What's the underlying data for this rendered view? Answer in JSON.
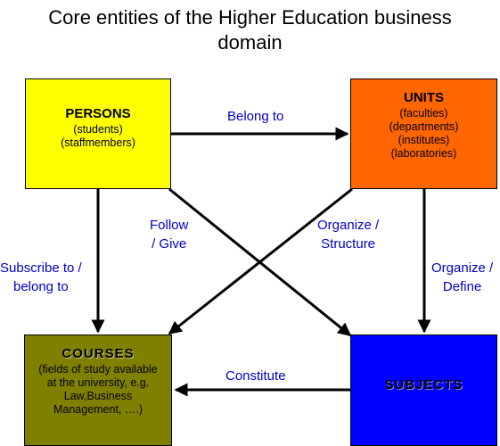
{
  "title": {
    "line1": "Core entities of the Higher Education business",
    "line2": "domain"
  },
  "persons": {
    "heading": "PERSONS",
    "items": [
      "(students)",
      "(staffmembers)"
    ]
  },
  "units": {
    "heading": "UNITS",
    "items": [
      "(faculties)",
      "(departments)",
      "(institutes)",
      "(laboratories)"
    ]
  },
  "courses": {
    "heading": "COURSES",
    "items": [
      "(fields of study available",
      "at the university, e.g.",
      "Law,Business",
      "Management, ….)"
    ]
  },
  "subjects": {
    "heading": "SUBJECTS"
  },
  "relations": {
    "belong_to": "Belong to",
    "follow_give": [
      "Follow",
      "/  Give"
    ],
    "organize_structure": [
      "Organize /",
      "Structure"
    ],
    "subscribe": [
      "Subscribe to /",
      "belong to"
    ],
    "organize_define": [
      "Organize /",
      "Define"
    ],
    "constitute": "Constitute"
  },
  "colors": {
    "persons": "#ffff00",
    "units": "#ff6600",
    "courses": "#808000",
    "subjects": "#0000ff",
    "label_text": "#0000cc",
    "arrow": "#000000"
  }
}
